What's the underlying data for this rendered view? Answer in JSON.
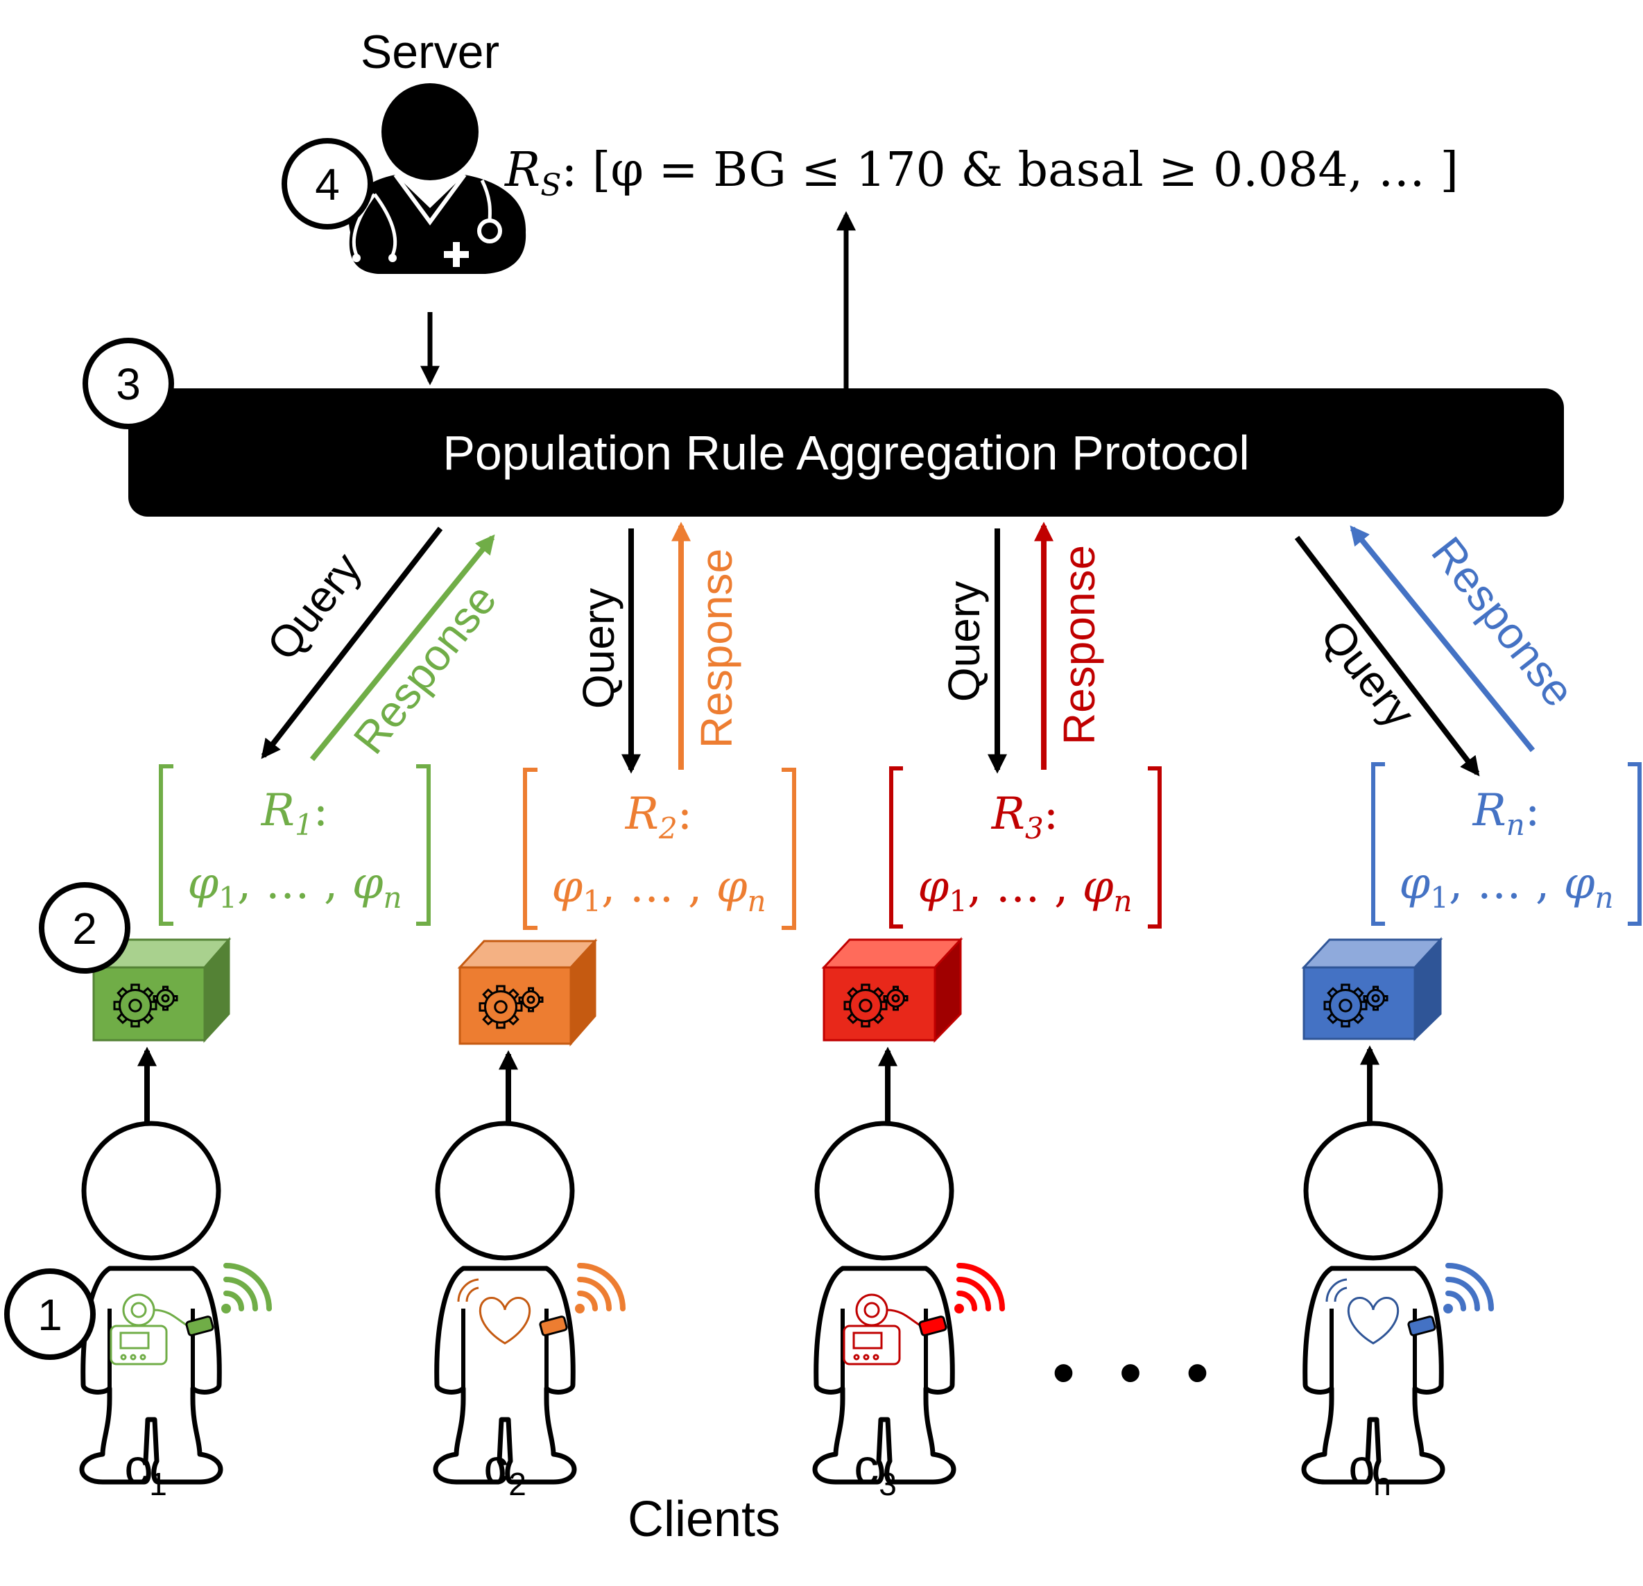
{
  "server": {
    "label": "Server",
    "step": "4"
  },
  "server_rule": {
    "R": "R",
    "sub": "S",
    "text": ": [φ = BG ≤ 170 & basal ≥ 0.084, … ]"
  },
  "protocol": {
    "label": "Population Rule Aggregation Protocol",
    "step": "3"
  },
  "steps": {
    "one": "1",
    "two": "2"
  },
  "labels": {
    "query": "Query",
    "response": "Response"
  },
  "clients_label": "Clients",
  "ellipsis": "• • •",
  "clients": [
    {
      "id": "c1",
      "name": "c",
      "sub": "1",
      "color": "#70AD47",
      "rule_R": "R",
      "rule_sub": "1",
      "phi_start": "φ",
      "phi_start_sub": "1",
      "phi_mid": ", … , ",
      "phi_end": "φ",
      "phi_end_sub": "n",
      "device": "insulin-pump"
    },
    {
      "id": "c2",
      "name": "c",
      "sub": "2",
      "color": "#ED7D31",
      "rule_R": "R",
      "rule_sub": "2",
      "phi_start": "φ",
      "phi_start_sub": "1",
      "phi_mid": ", … , ",
      "phi_end": "φ",
      "phi_end_sub": "n",
      "device": "heart-monitor"
    },
    {
      "id": "c3",
      "name": "c",
      "sub": "3",
      "color": "#D40000",
      "rule_R": "R",
      "rule_sub": "3",
      "phi_start": "φ",
      "phi_start_sub": "1",
      "phi_mid": ", … , ",
      "phi_end": "φ",
      "phi_end_sub": "n",
      "device": "insulin-pump"
    },
    {
      "id": "cn",
      "name": "c",
      "sub": "n",
      "color": "#4472C4",
      "rule_R": "R",
      "rule_sub": "n",
      "phi_start": "φ",
      "phi_start_sub": "1",
      "phi_mid": ", … , ",
      "phi_end": "φ",
      "phi_end_sub": "n",
      "device": "heart-monitor"
    }
  ]
}
